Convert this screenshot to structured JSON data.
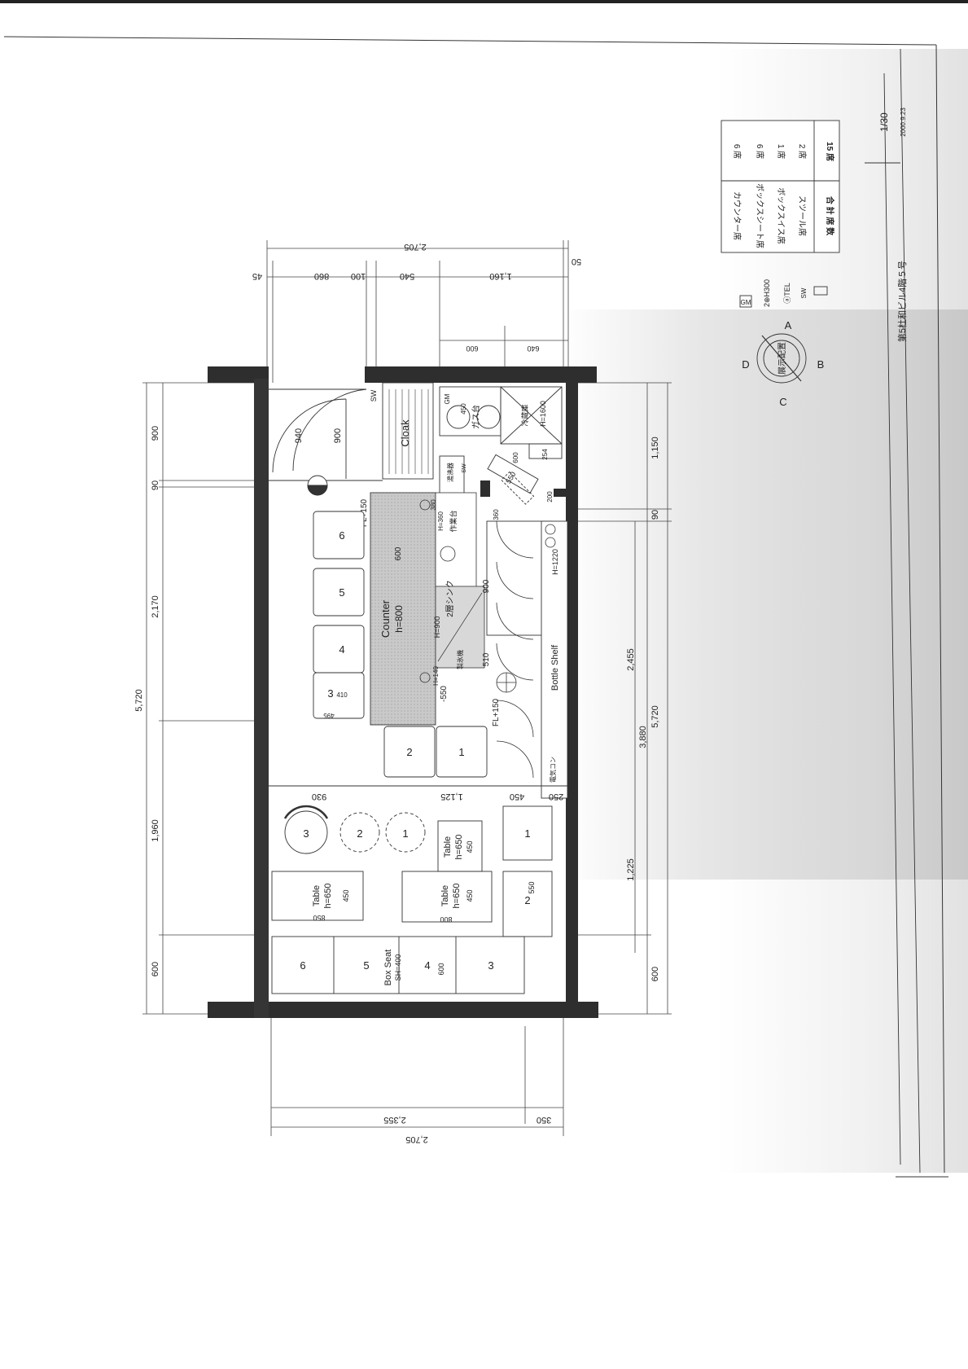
{
  "plan": {
    "top_dims": {
      "total_upper": "2,705",
      "col_45": "45",
      "col_860": "860",
      "col_100": "100",
      "col_540": "540",
      "col_1160": "1,160",
      "col_50": "50",
      "col_600": "600",
      "col_640": "640"
    },
    "left_dims": {
      "total": "5,720",
      "d900": "900",
      "d90": "90",
      "d2170": "2,170",
      "d1960": "1,960",
      "d600": "600"
    },
    "right_dims": {
      "d1150": "1,150",
      "d90": "90",
      "d2455": "2,455",
      "d3880": "3,880",
      "d5720": "5,720",
      "d1225": "1,225",
      "d600": "600"
    },
    "bottom_dims": {
      "d2355": "2,355",
      "d350": "350",
      "total": "2,705"
    },
    "entrance": {
      "d940": "940",
      "d900": "900",
      "sw": "SW"
    },
    "rooms": {
      "cloak": "Cloak",
      "gas": "ガス台",
      "gm": "GM",
      "d450": "450",
      "fridge": "冷蔵庫",
      "fridge_h": "H=1600",
      "d254": "254",
      "d600b": "600",
      "d550": "550",
      "d200": "200",
      "d360": "360",
      "prep": "湯沸器",
      "sw2": "SW"
    },
    "counter": {
      "label": "Counter",
      "height": "h=800",
      "fl_top": "FL+150",
      "fl_bottom": "FL+150",
      "d600": "600",
      "d900": "900",
      "d510": "510",
      "d550": "-550",
      "h900": "H=900",
      "sink": "2層シンク",
      "work": "作業台",
      "ice": "製氷機",
      "h360": "H=360",
      "h140": "H=140",
      "h1220": "H=1220",
      "bottle_shelf": "Bottle Shelf",
      "elec": "電気コン",
      "d380": "380"
    },
    "stools": [
      "6",
      "5",
      "4",
      "3"
    ],
    "stool3_dims": {
      "a": "410",
      "b": "495"
    },
    "box_seats_mid": [
      "2",
      "1"
    ],
    "seating": {
      "d930": "930",
      "d1125": "1,125",
      "d450": "450",
      "d250": "250",
      "round_tables": [
        "3",
        "2",
        "1"
      ],
      "table_label": "Table",
      "table_h": "h=650",
      "d850": "850",
      "d800": "800",
      "d550": "550",
      "right_seats": [
        "1",
        "2"
      ],
      "box_seat_label": "Box Seat",
      "box_seat_sh": "SH=400",
      "box_seat_d600": "600",
      "bench_nums": [
        "6",
        "5",
        "4",
        "3"
      ]
    }
  },
  "legend": {
    "symbols": {
      "gm": "GM",
      "outlet": "2⊕H300",
      "tel": "ⓐTEL",
      "sw": "SW"
    },
    "compass": {
      "A": "A",
      "B": "B",
      "C": "C",
      "D": "D",
      "center": "展示配置"
    },
    "seats_table": [
      {
        "label": "カウンター席",
        "count": "6 席"
      },
      {
        "label": "ボックスシート席",
        "count": "6 席"
      },
      {
        "label": "ボックスイス席",
        "count": "1 席"
      },
      {
        "label": "スツール席",
        "count": "2 席"
      }
    ],
    "total_label": "合 計 席 数",
    "total_count": "15 席"
  },
  "title_block": {
    "scale": "1/30",
    "date": "2000.9.23",
    "building": "第5杜和ビル4階５号"
  }
}
